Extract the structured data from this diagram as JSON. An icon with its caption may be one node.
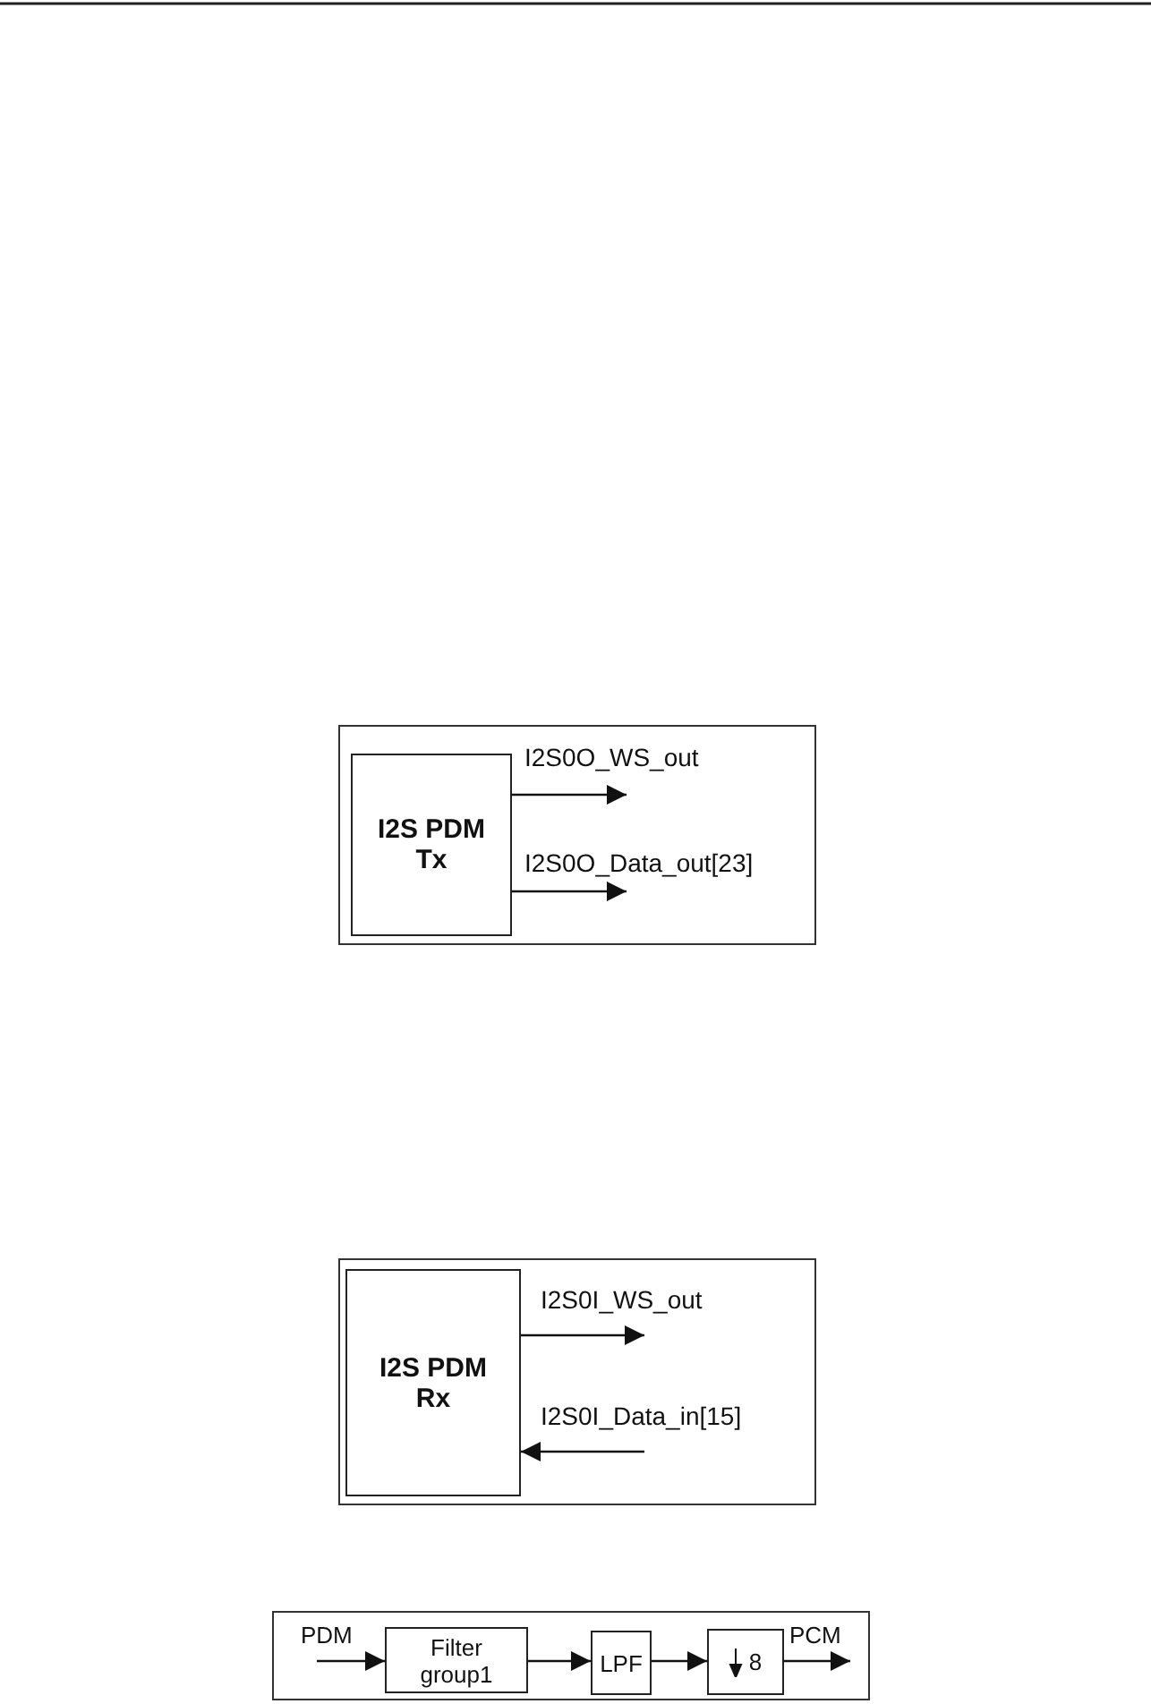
{
  "diagram": {
    "nodes": [
      {
        "text": [],
        "shape": "box"
      },
      {
        "text": [
          "I2S PDM Tx"
        ],
        "in": 0
      },
      {
        "text": [],
        "shape": "box"
      },
      {
        "text": [
          "I2S PDM Rx"
        ],
        "in": 2
      },
      {
        "text": [],
        "shape": "box"
      },
      {
        "text": [
          "Filter group1"
        ],
        "in": 4
      },
      {
        "text": [
          "LPF"
        ],
        "in": 4
      },
      {
        "text": [
          "8"
        ],
        "in": 4
      }
    ],
    "edges": [
      {
        "from": 1,
        "to": null,
        "arrow": "to",
        "label": "I2S0O_WS_out"
      },
      {
        "from": 1,
        "to": null,
        "arrow": "to",
        "label": "I2S0O_Data_out[23]"
      },
      {
        "from": 3,
        "to": null,
        "arrow": "to",
        "label": "I2S0I_WS_out"
      },
      {
        "from": null,
        "to": 3,
        "arrow": "to",
        "label": "I2S0I_Data_in[15]"
      },
      {
        "from": null,
        "to": 5,
        "arrow": "to",
        "label": "PDM"
      },
      {
        "from": 5,
        "to": 6,
        "arrow": "to"
      },
      {
        "from": 6,
        "to": 7,
        "arrow": "to"
      },
      {
        "from": 7,
        "to": null,
        "arrow": "to",
        "label": "PCM"
      }
    ]
  }
}
